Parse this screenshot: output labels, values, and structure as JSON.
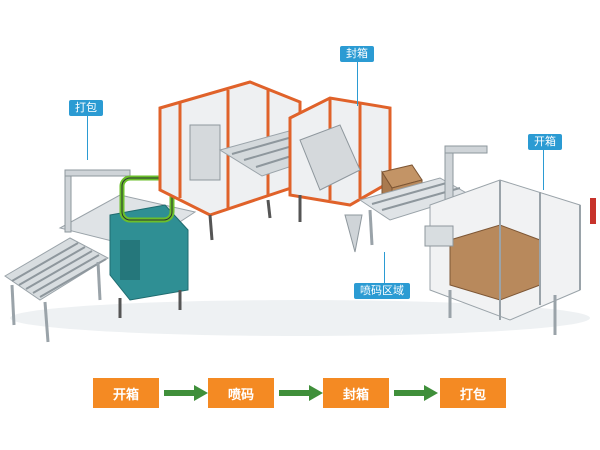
{
  "callouts": {
    "strapping_top": "打包",
    "sealing_top": "封箱",
    "erecting_top": "开箱",
    "coding_zone": "喷码区域"
  },
  "flow": {
    "steps": [
      "开箱",
      "喷码",
      "封箱",
      "打包"
    ]
  },
  "colors": {
    "callout_blue": "#2b9bd3",
    "step_orange": "#f48a23",
    "arrow_green": "#3f8f3a",
    "frame_orange": "#e0622a",
    "teal_body": "#2f8f94",
    "steel_gray": "#c9ced2",
    "carton_brown": "#a97a4f"
  }
}
